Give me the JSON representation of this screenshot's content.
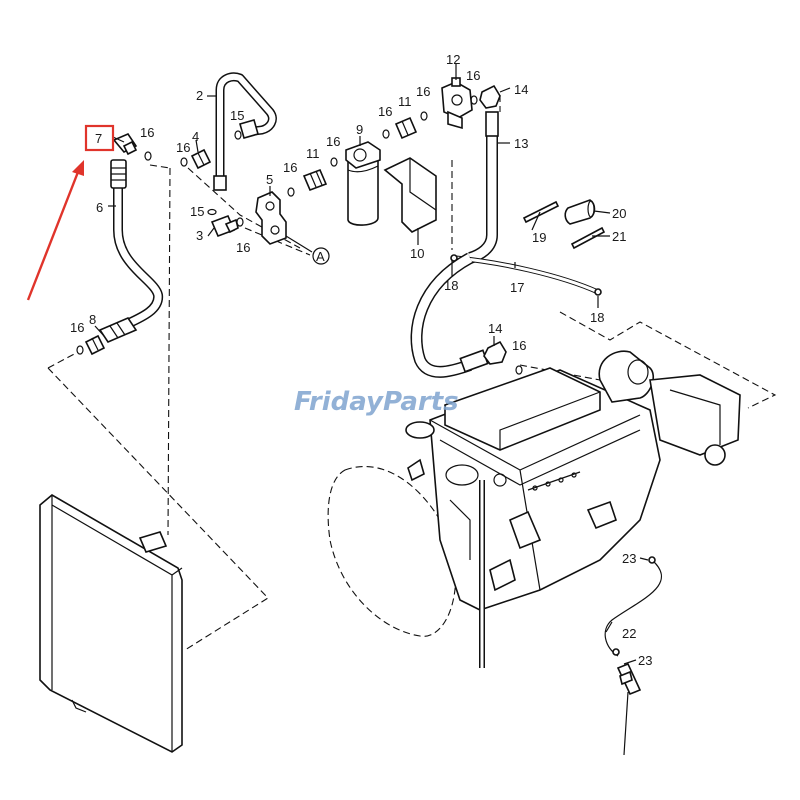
{
  "diagram": {
    "part_labels": {
      "p2": "2",
      "p3": "3",
      "p4": "4",
      "p5": "5",
      "p6": "6",
      "p7": "7",
      "p8": "8",
      "p9": "9",
      "p10": "10",
      "p11a": "11",
      "p11b": "11",
      "p12": "12",
      "p13": "13",
      "p14a": "14",
      "p14b": "14",
      "p15a": "15",
      "p15b": "15",
      "p16a": "16",
      "p16b": "16",
      "p16c": "16",
      "p16d": "16",
      "p16e": "16",
      "p16f": "16",
      "p16g": "16",
      "p16h": "16",
      "p16i": "16",
      "p16j": "16",
      "p17": "17",
      "p18a": "18",
      "p18b": "18",
      "p19": "19",
      "p20": "20",
      "p21": "21",
      "p22": "22",
      "p23a": "23",
      "p23b": "23"
    },
    "reference_marker": "A",
    "highlighted_part": "7",
    "highlight_color": "#e0342b",
    "watermark": "FridayParts"
  }
}
